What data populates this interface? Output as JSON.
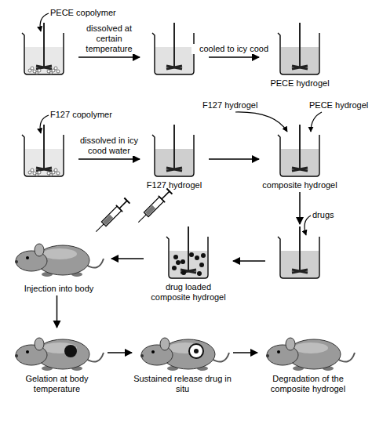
{
  "diagram": {
    "nodes": [
      {
        "text": [
          "PECE copolymer"
        ]
      },
      {
        "text": []
      },
      {
        "text": [
          "PECE hydrogel"
        ]
      },
      {
        "text": [
          "F127 copolymer"
        ]
      },
      {
        "text": [
          "F127 hydrogel"
        ]
      },
      {
        "text": [
          "composite hydrogel"
        ]
      },
      {
        "text": [
          "drugs"
        ]
      },
      {
        "text": [
          "drug loaded composite hydrogel"
        ]
      },
      {
        "text": [
          "Injection into body"
        ]
      },
      {
        "text": [
          "Gelation at body temperature"
        ]
      },
      {
        "text": [
          "Sustained release drug in situ"
        ]
      },
      {
        "text": [
          "Degradation of the composite hydrogel"
        ]
      }
    ],
    "edges": [
      {
        "from": 0,
        "to": 1,
        "arrow": "to",
        "label": "dissolved at certain temperature"
      },
      {
        "from": 1,
        "to": 2,
        "arrow": "to",
        "label": "cooled to icy cood"
      },
      {
        "from": 3,
        "to": 4,
        "arrow": "to",
        "label": "dissolved in icy cood water"
      },
      {
        "from": 4,
        "to": 5,
        "arrow": "to"
      },
      {
        "from": 5,
        "to": 6,
        "arrow": "to"
      },
      {
        "from": 6,
        "to": 7,
        "arrow": "to"
      },
      {
        "from": 7,
        "to": 8,
        "arrow": "to"
      },
      {
        "from": 8,
        "to": 9,
        "arrow": "to"
      },
      {
        "from": 9,
        "to": 10,
        "arrow": "to"
      },
      {
        "from": 10,
        "to": 11,
        "arrow": "to"
      }
    ],
    "labels": [
      "F127 hydrogel",
      "PECE hydrogel"
    ]
  }
}
